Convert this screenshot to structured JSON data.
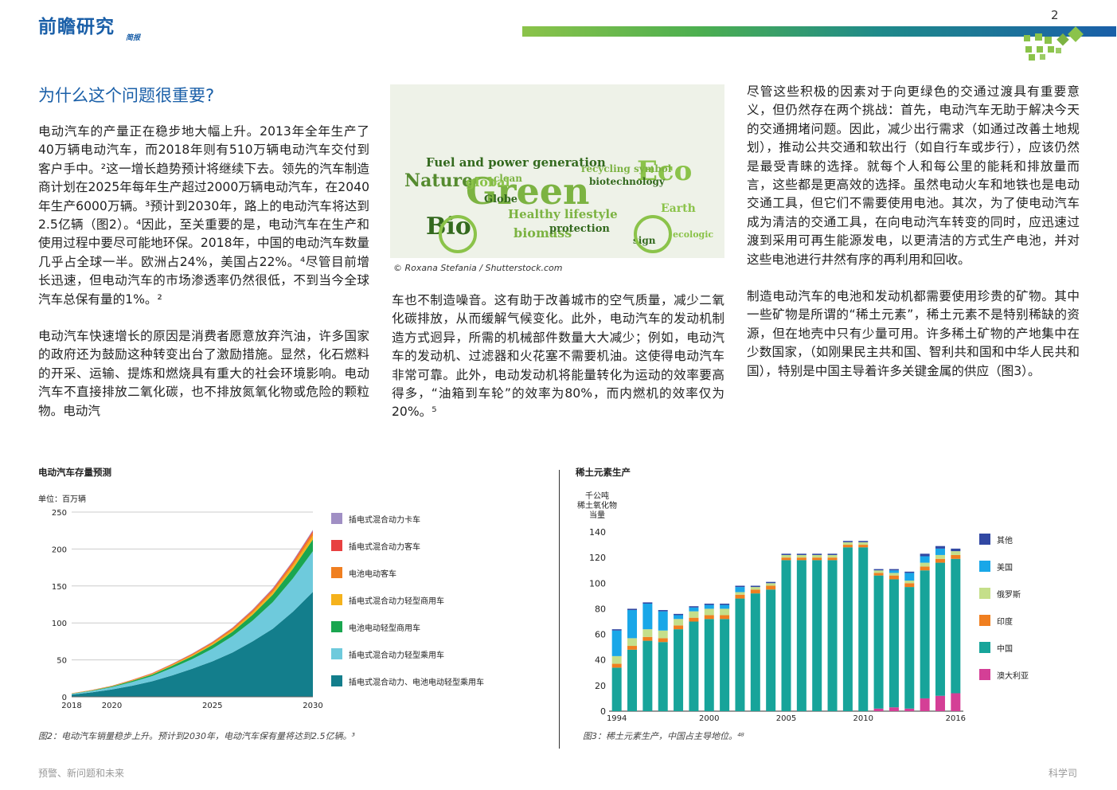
{
  "header": {
    "brand": "前瞻研究",
    "brand_sub": "简报",
    "page_number": "2"
  },
  "section_title": "为什么这个问题很重要?",
  "col1": {
    "p1": "电动汽车的产量正在稳步地大幅上升。2013年全年生产了40万辆电动汽车，而2018年则有510万辆电动汽车交付到客户手中。²这一增长趋势预计将继续下去。领先的汽车制造商计划在2025年每年生产超过2000万辆电动汽车，在2040年生产6000万辆。³预计到2030年，路上的电动汽车将达到2.5亿辆（图2）。⁴因此，至关重要的是，电动汽车在生产和使用过程中要尽可能地环保。2018年，中国的电动汽车数量几乎占全球一半。欧洲占24%，美国占22%。⁴尽管目前增长迅速，但电动汽车的市场渗透率仍然很低，不到当今全球汽车总保有量的1%。²",
    "p2": "电动汽车快速增长的原因是消费者愿意放弃汽油，许多国家的政府还为鼓励这种转变出台了激励措施。显然，化石燃料的开采、运输、提炼和燃烧具有重大的社会环境影响。电动汽车不直接排放二氧化碳，也不排放氮氧化物或危险的颗粒物。电动汽"
  },
  "image": {
    "credit": "© Roxana Stefania / Shutterstock.com",
    "words": [
      "Green",
      "Eco",
      "Bio",
      "Nature",
      "Fuel and power generation",
      "Healthy lifestyle",
      "Globe",
      "biomass",
      "protection",
      "clean",
      "recycling symbol",
      "biotechnology",
      "global",
      "Earth",
      "sign",
      "ecologic"
    ]
  },
  "col2": {
    "p1": "车也不制造噪音。这有助于改善城市的空气质量，减少二氧化碳排放，从而缓解气候变化。此外，电动汽车的发动机制造方式迥异，所需的机械部件数量大大减少；例如，电动汽车的发动机、过滤器和火花塞不需要机油。这使得电动汽车非常可靠。此外，电动发动机将能量转化为运动的效率要高得多，“油箱到车轮”的效率为80%，而内燃机的效率仅为20%。⁵"
  },
  "col3": {
    "p1": "尽管这些积极的因素对于向更绿色的交通过渡具有重要意义，但仍然存在两个挑战：首先，电动汽车无助于解决今天的交通拥堵问题。因此，减少出行需求（如通过改善土地规划），推动公共交通和软出行（如自行车或步行），应该仍然是最受青睐的选择。就每个人和每公里的能耗和排放量而言，这些都是更高效的选择。虽然电动火车和地铁也是电动交通工具，但它们不需要使用电池。其次，为了使电动汽车成为清洁的交通工具，在向电动汽车转变的同时，应迅速过渡到采用可再生能源发电，以更清洁的方式生产电池，并对这些电池进行井然有序的再利用和回收。",
    "p2": "制造电动汽车的电池和发动机都需要使用珍贵的矿物。其中一些矿物是所谓的“稀土元素”，稀土元素不是特别稀缺的资源，但在地壳中只有少量可用。许多稀土矿物的产地集中在少数国家，（如刚果民主共和国、智利共和国和中华人民共和国），特别是中国主导着许多关键金属的供应（图3）。"
  },
  "fig2": {
    "title": "电动汽车存量预测",
    "unit": "单位：百万辆",
    "caption": "图2：电动汽车销量稳步上升。预计到2030年，电动汽车保有量将达到2.5亿辆。³"
  },
  "fig3": {
    "title": "稀土元素生产",
    "unit_lines": [
      "千公吨",
      "稀土氧化物",
      "当量"
    ],
    "caption": "图3：稀土元素生产，中国占主导地位。⁴⁸"
  },
  "chart_data": [
    {
      "type": "area",
      "x": [
        2018,
        2019,
        2020,
        2021,
        2022,
        2023,
        2024,
        2025,
        2026,
        2027,
        2028,
        2029,
        2030
      ],
      "xticks": [
        "2018",
        "2020",
        "2025",
        "2030"
      ],
      "yticks": [
        "0",
        "50",
        "100",
        "150",
        "200",
        "250"
      ],
      "ylim": [
        0,
        250
      ],
      "grid": true,
      "series": [
        {
          "name": "插电式混合动力、电池电动轻型乘用车",
          "color": "#137e8c",
          "values": [
            3,
            6,
            10,
            15,
            21,
            29,
            38,
            48,
            60,
            75,
            92,
            115,
            142
          ]
        },
        {
          "name": "插电式混合动力轻型乘用车",
          "color": "#6ecadc",
          "values": [
            1,
            2,
            3,
            5,
            7,
            10,
            13,
            17,
            22,
            28,
            36,
            45,
            55
          ]
        },
        {
          "name": "电池电动轻型商用车",
          "color": "#1aa650",
          "values": [
            0.3,
            0.5,
            1,
            1.5,
            2,
            3,
            4,
            5,
            6,
            8,
            10,
            13,
            16
          ]
        },
        {
          "name": "插电式混合动力轻型商用车",
          "color": "#f5b21c",
          "values": [
            0.1,
            0.2,
            0.3,
            0.5,
            0.7,
            1,
            1.3,
            1.7,
            2.2,
            2.8,
            3.5,
            4.3,
            5
          ]
        },
        {
          "name": "电池电动客车",
          "color": "#f07f20",
          "values": [
            0.4,
            0.5,
            0.6,
            0.8,
            1,
            1.2,
            1.5,
            1.8,
            2.2,
            2.7,
            3.2,
            3.8,
            4.5
          ]
        },
        {
          "name": "插电式混合动力客车",
          "color": "#e84040",
          "values": [
            0,
            0.1,
            0.1,
            0.2,
            0.3,
            0.4,
            0.5,
            0.6,
            0.8,
            1,
            1.2,
            1.5,
            2
          ]
        },
        {
          "name": "插电式混合动力卡车",
          "color": "#a08fc4",
          "values": [
            0,
            0,
            0.1,
            0.1,
            0.2,
            0.3,
            0.4,
            0.5,
            0.6,
            0.8,
            1,
            1.2,
            1.5
          ]
        }
      ]
    },
    {
      "type": "bar",
      "stacked": true,
      "x": [
        1994,
        1995,
        1996,
        1997,
        1998,
        1999,
        2000,
        2001,
        2002,
        2003,
        2004,
        2005,
        2006,
        2007,
        2008,
        2009,
        2010,
        2011,
        2012,
        2013,
        2014,
        2015,
        2016
      ],
      "xticks": [
        "1994",
        "2000",
        "2005",
        "2010",
        "2016"
      ],
      "yticks": [
        "0",
        "20",
        "40",
        "60",
        "80",
        "100",
        "120",
        "140"
      ],
      "ylim": [
        0,
        140
      ],
      "grid": false,
      "series": [
        {
          "name": "澳大利亚",
          "color": "#d43f96",
          "values": [
            0,
            0,
            0,
            0,
            0,
            0,
            0,
            0,
            0,
            0,
            0,
            0,
            0,
            0,
            0,
            0,
            0,
            2,
            3,
            2,
            10,
            12,
            14
          ]
        },
        {
          "name": "中国",
          "color": "#17a49a",
          "values": [
            34,
            48,
            55,
            54,
            64,
            70,
            72,
            72,
            88,
            92,
            95,
            118,
            118,
            118,
            118,
            128,
            128,
            104,
            100,
            95,
            100,
            104,
            105
          ]
        },
        {
          "name": "印度",
          "color": "#f07f20",
          "values": [
            3,
            3,
            3,
            3,
            3,
            3,
            3,
            3,
            3,
            3,
            3,
            2,
            2,
            2,
            2,
            2,
            2,
            2,
            3,
            3,
            3,
            3,
            3
          ]
        },
        {
          "name": "俄罗斯",
          "color": "#c5df8a",
          "values": [
            6,
            6,
            6,
            6,
            5,
            5,
            5,
            5,
            2,
            2,
            2,
            2,
            2,
            2,
            2,
            2,
            2,
            2,
            2,
            2,
            3,
            3,
            3
          ]
        },
        {
          "name": "美国",
          "color": "#19a7e8",
          "values": [
            20,
            22,
            20,
            15,
            3,
            3,
            3,
            3,
            4,
            0,
            0,
            0,
            0,
            0,
            0,
            0,
            0,
            0,
            2,
            6,
            5,
            5,
            0
          ]
        },
        {
          "name": "其他",
          "color": "#3148a3",
          "values": [
            1,
            1,
            1,
            1,
            1,
            1,
            1,
            1,
            1,
            1,
            1,
            1,
            1,
            1,
            1,
            1,
            1,
            1,
            1,
            1,
            2,
            2,
            2
          ]
        }
      ]
    }
  ],
  "footer": {
    "left": "预警、新问题和未来",
    "right": "科学司"
  }
}
